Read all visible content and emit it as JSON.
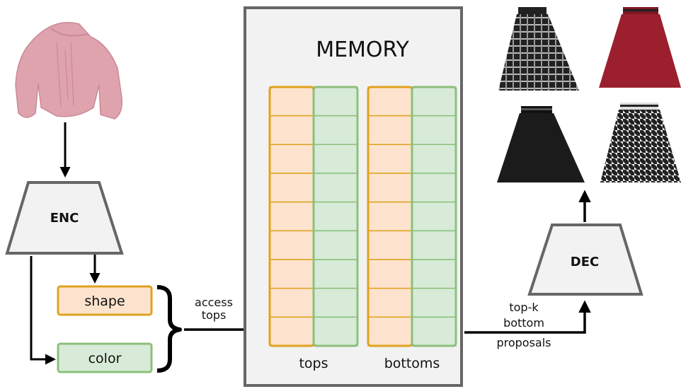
{
  "encoder": {
    "label": "ENC"
  },
  "decoder": {
    "label": "DEC"
  },
  "memory": {
    "title": "MEMORY",
    "tops_label": "tops",
    "bottoms_label": "bottoms"
  },
  "features": {
    "shape": "shape",
    "color": "color"
  },
  "arrows": {
    "access": [
      "access",
      "tops"
    ],
    "proposals": [
      "top-k",
      "bottom",
      "proposals"
    ]
  },
  "colors": {
    "shape_fill": "#fde3cd",
    "shape_border": "#e0a21e",
    "color_fill": "#d7ebd8",
    "color_border": "#8cc07a",
    "block_fill": "#f2f2f2",
    "block_border": "#666666",
    "sweater": "#dfa3ad",
    "skirt_tartan": "#2a2a2a",
    "skirt_red": "#9c1f2e",
    "skirt_black": "#1b1b1b",
    "skirt_houndstooth": "#3a3a3a"
  },
  "input_image": "pink-sweater",
  "output_images": [
    "tartan-skirt",
    "red-skirt",
    "black-skirt",
    "houndstooth-skirt"
  ],
  "memory_slots": 9
}
